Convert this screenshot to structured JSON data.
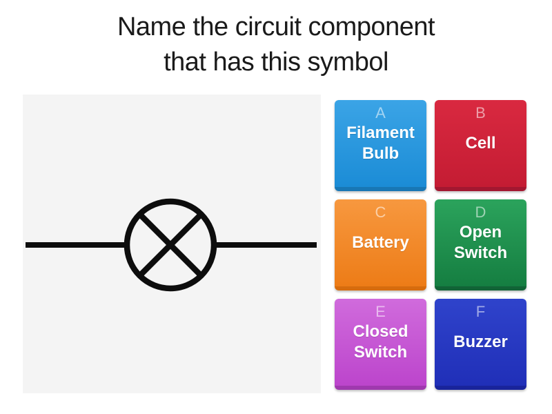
{
  "title": {
    "line1": "Name the circuit component",
    "line2": "that has this symbol"
  },
  "question_image": {
    "symbol": "filament-lamp-circuit-symbol",
    "symbol_color": "#0d0d0d",
    "background": "#f4f4f4"
  },
  "answers": [
    {
      "letter": "A",
      "label": "Filament Bulb",
      "color_top": "#3ba4e6",
      "color_bottom": "#1b8cd6",
      "color_edge": "#1877b5"
    },
    {
      "letter": "B",
      "label": "Cell",
      "color_top": "#d92940",
      "color_bottom": "#c41c33",
      "color_edge": "#a31730"
    },
    {
      "letter": "C",
      "label": "Battery",
      "color_top": "#f7983f",
      "color_bottom": "#ed7c17",
      "color_edge": "#d66c0e"
    },
    {
      "letter": "D",
      "label": "Open Switch",
      "color_top": "#2ba35c",
      "color_bottom": "#157e41",
      "color_edge": "#116336"
    },
    {
      "letter": "E",
      "label": "Closed Switch",
      "color_top": "#d06bdc",
      "color_bottom": "#bc45cc",
      "color_edge": "#9f39ae"
    },
    {
      "letter": "F",
      "label": "Buzzer",
      "color_top": "#2f43cb",
      "color_bottom": "#202fb8",
      "color_edge": "#19249b"
    }
  ],
  "theme": {
    "page_background": "#ffffff",
    "title_color": "#1a1a1a",
    "label_color": "#ffffff",
    "letter_color": "rgba(255,255,255,0.55)"
  }
}
